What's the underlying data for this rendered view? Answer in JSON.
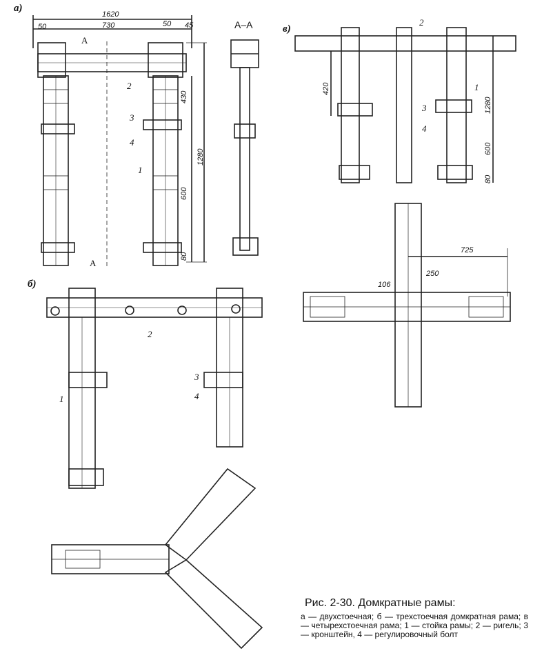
{
  "panels": {
    "a": "а)",
    "b": "б)",
    "v": "в)"
  },
  "section": "А–А",
  "section_mark": "А",
  "dimensions": {
    "a_total": "1620",
    "a_span": "730",
    "a_left": "50",
    "a_right": "50",
    "a_edge": "45",
    "a_height": "1280",
    "a_upper": "430",
    "a_lower": "600",
    "a_bottom": "80",
    "v_left": "420",
    "v_height": "1280",
    "v_lower": "600",
    "v_bottom": "80",
    "cross_arm": "725",
    "cross_mid": "250",
    "cross_small": "106"
  },
  "labels": {
    "n1": "1",
    "n2": "2",
    "n3": "3",
    "n4": "4"
  },
  "caption": {
    "title": "Рис. 2-30. Домкратные рамы:",
    "text": "а — двухстоечная; б — трехстоечная домкратная рама; в — четырехстоечная рама; 1 — стойка рамы; 2 — ригель; 3 — кронштейн, 4 — регулировочный болт"
  }
}
